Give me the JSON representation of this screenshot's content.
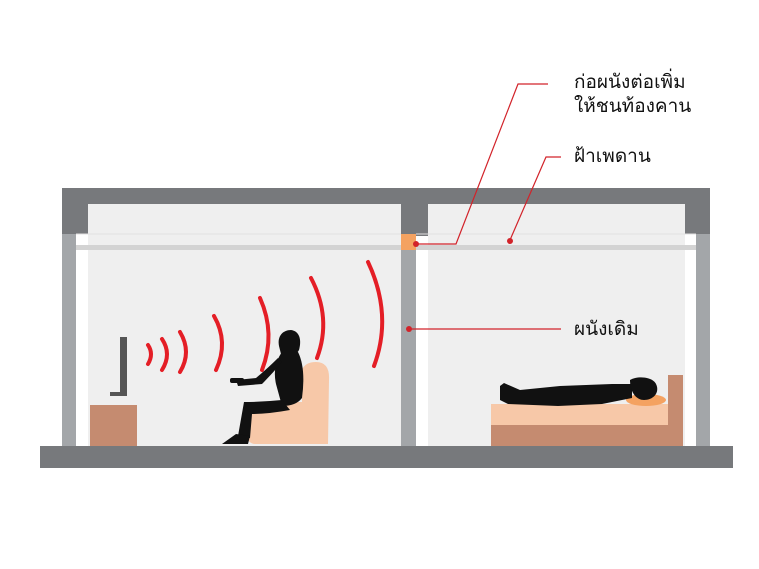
{
  "labels": {
    "extension_wall_line1": "ก่อผนังต่อเพิ่ม",
    "extension_wall_line2": "ให้ชนท้องคาน",
    "ceiling": "ฝ้าเพดาน",
    "existing_wall": "ผนังเดิม"
  },
  "colors": {
    "wall_gray": "#77797c",
    "column_gray": "#a3a6a9",
    "room_fill": "#efefef",
    "ceiling_line": "#d3d3d3",
    "leader_red": "#d2232a",
    "sound_red": "#e41e26",
    "orange_block": "#f4a261",
    "furniture_peach": "#f7c8a8",
    "furniture_brown": "#c58b70",
    "person_black": "#111111"
  },
  "icons": [
    "tv-icon",
    "person-sitting-icon",
    "armchair-icon",
    "bed-icon",
    "person-sleeping-icon",
    "sound-wave-icon"
  ]
}
